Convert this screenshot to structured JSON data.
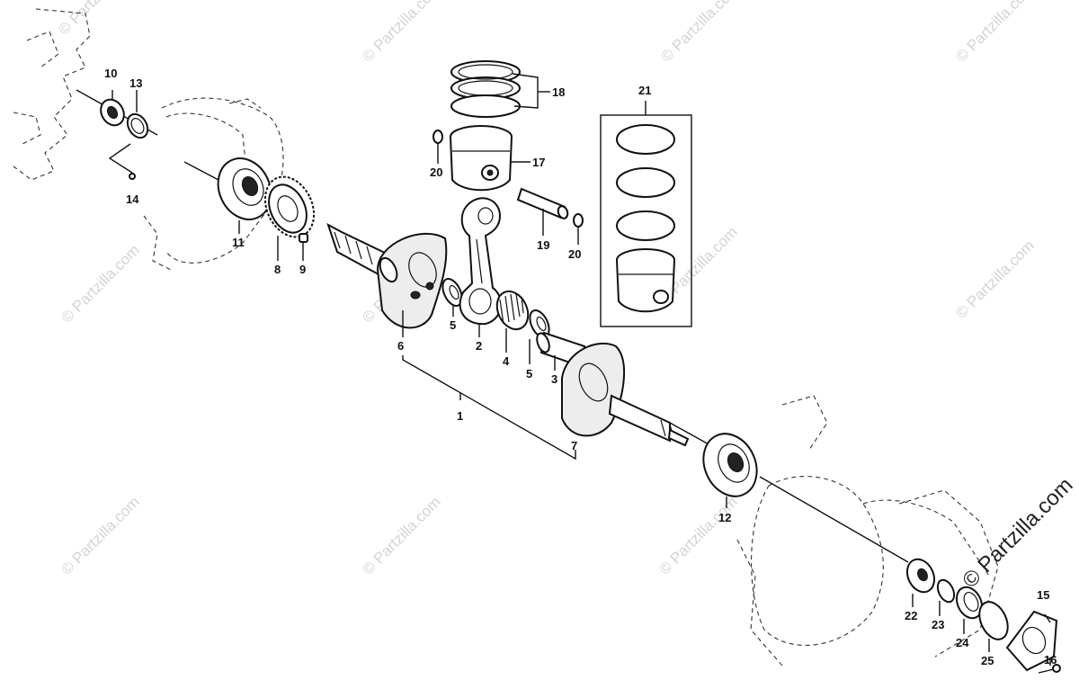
{
  "watermark": {
    "small_text": "© Partzilla.com",
    "large_text": "© Partzilla.com"
  },
  "callouts": [
    {
      "id": "c1",
      "label": "1"
    },
    {
      "id": "c2",
      "label": "2"
    },
    {
      "id": "c3",
      "label": "3"
    },
    {
      "id": "c4",
      "label": "4"
    },
    {
      "id": "c5a",
      "label": "5"
    },
    {
      "id": "c5b",
      "label": "5"
    },
    {
      "id": "c6",
      "label": "6"
    },
    {
      "id": "c7",
      "label": "7"
    },
    {
      "id": "c8",
      "label": "8"
    },
    {
      "id": "c9",
      "label": "9"
    },
    {
      "id": "c10",
      "label": "10"
    },
    {
      "id": "c11",
      "label": "11"
    },
    {
      "id": "c12",
      "label": "12"
    },
    {
      "id": "c13",
      "label": "13"
    },
    {
      "id": "c14",
      "label": "14"
    },
    {
      "id": "c15",
      "label": "15"
    },
    {
      "id": "c16",
      "label": "16"
    },
    {
      "id": "c17",
      "label": "17"
    },
    {
      "id": "c18",
      "label": "18"
    },
    {
      "id": "c19",
      "label": "19"
    },
    {
      "id": "c20a",
      "label": "20"
    },
    {
      "id": "c20b",
      "label": "20"
    },
    {
      "id": "c21",
      "label": "21"
    },
    {
      "id": "c22",
      "label": "22"
    },
    {
      "id": "c23",
      "label": "23"
    },
    {
      "id": "c24",
      "label": "24"
    },
    {
      "id": "c25",
      "label": "25"
    }
  ]
}
